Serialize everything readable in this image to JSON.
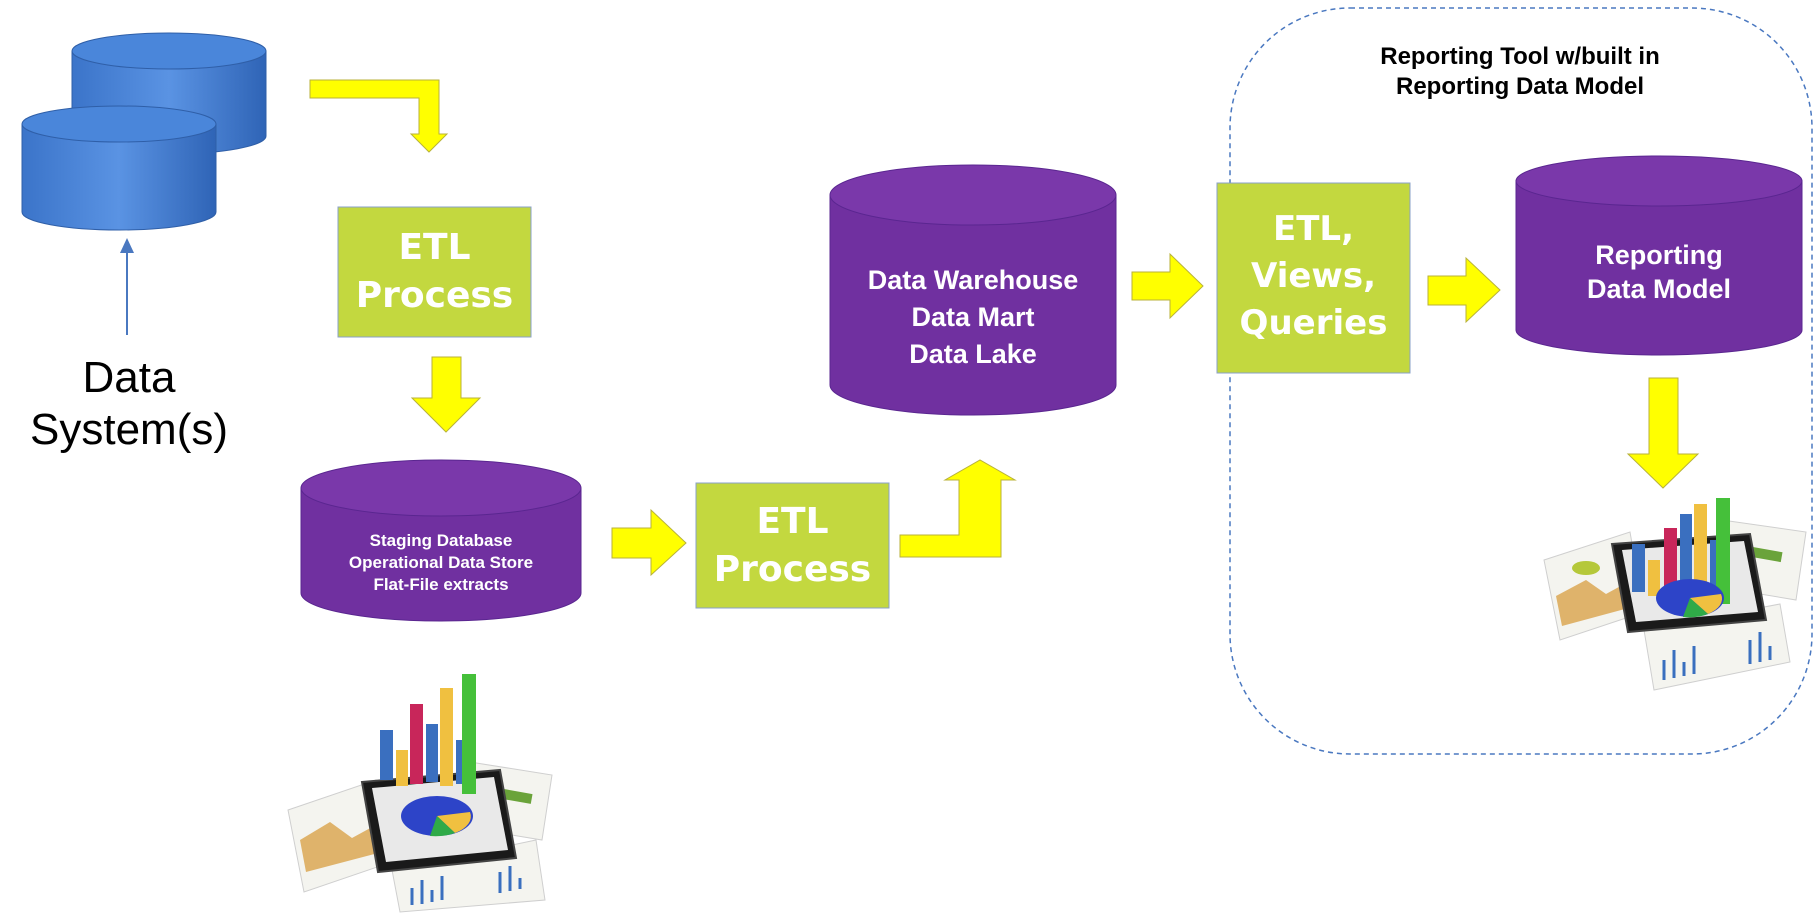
{
  "source_label": "Data\nSystem(s)",
  "etl_process_1": "ETL\nProcess",
  "staging_db": "Staging Database\nOperational Data Store\nFlat-File extracts",
  "etl_process_2": "ETL\nProcess",
  "warehouse_db": "Data Warehouse\nData Mart\nData Lake",
  "etl_views_queries": "ETL,\nViews,\nQueries",
  "reporting_tool_title": "Reporting Tool w/built in\nReporting Data Model",
  "reporting_db": "Reporting\nData Model",
  "colors": {
    "db_blue": "#3d7bd1",
    "db_purple": "#7030a0",
    "process_green": "#c3d83f",
    "arrow_yellow": "#ffff00",
    "boundary": "#4a78c0"
  }
}
